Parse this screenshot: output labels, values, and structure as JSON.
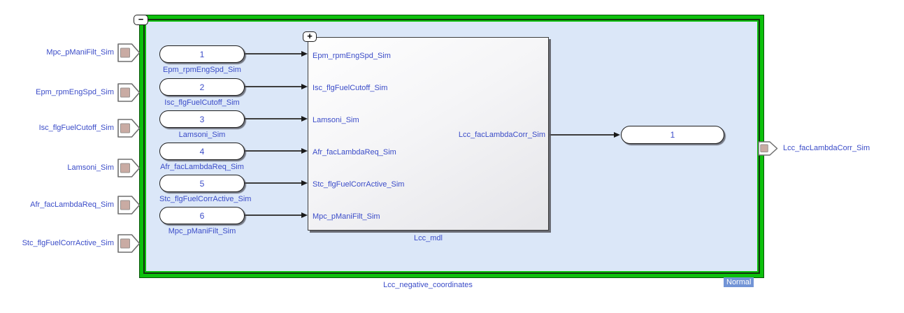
{
  "colors": {
    "highlight_green": "#0cc00c",
    "highlight_dark_ring": "#16321f",
    "subsystem_fill": "#dbe7f8",
    "label_blue": "#3b4cc8",
    "badge_bg": "#7294d6",
    "badge_text": "#ffffff",
    "port_square_fill": "#c9aba3",
    "wire_color": "#3d3d3d"
  },
  "subsystem": {
    "name_label": "Lcc_negative_coordinates",
    "mode_badge": "Normal",
    "collapse_glyph": "−",
    "expand_glyph": "+"
  },
  "external_ports": {
    "inputs": [
      "Mpc_pManiFilt_Sim",
      "Epm_rpmEngSpd_Sim",
      "Isc_flgFuelCutoff_Sim",
      "Lamsoni_Sim",
      "Afr_facLambdaReq_Sim",
      "Stc_flgFuelCorrActive_Sim"
    ],
    "output": "Lcc_facLambdaCorr_Sim"
  },
  "inports": [
    {
      "number": "1",
      "label": "Epm_rpmEngSpd_Sim"
    },
    {
      "number": "2",
      "label": "Isc_flgFuelCutoff_Sim"
    },
    {
      "number": "3",
      "label": "Lamsoni_Sim"
    },
    {
      "number": "4",
      "label": "Afr_facLambdaReq_Sim"
    },
    {
      "number": "5",
      "label": "Stc_flgFuelCorrActive_Sim"
    },
    {
      "number": "6",
      "label": "Mpc_pManiFilt_Sim"
    }
  ],
  "outport": {
    "number": "1"
  },
  "model_block": {
    "name": "Lcc_mdl",
    "input_ports": [
      "Epm_rpmEngSpd_Sim",
      "Isc_flgFuelCutoff_Sim",
      "Lamsoni_Sim",
      "Afr_facLambdaReq_Sim",
      "Stc_flgFuelCorrActive_Sim",
      "Mpc_pManiFilt_Sim"
    ],
    "output_port": "Lcc_facLambdaCorr_Sim"
  }
}
